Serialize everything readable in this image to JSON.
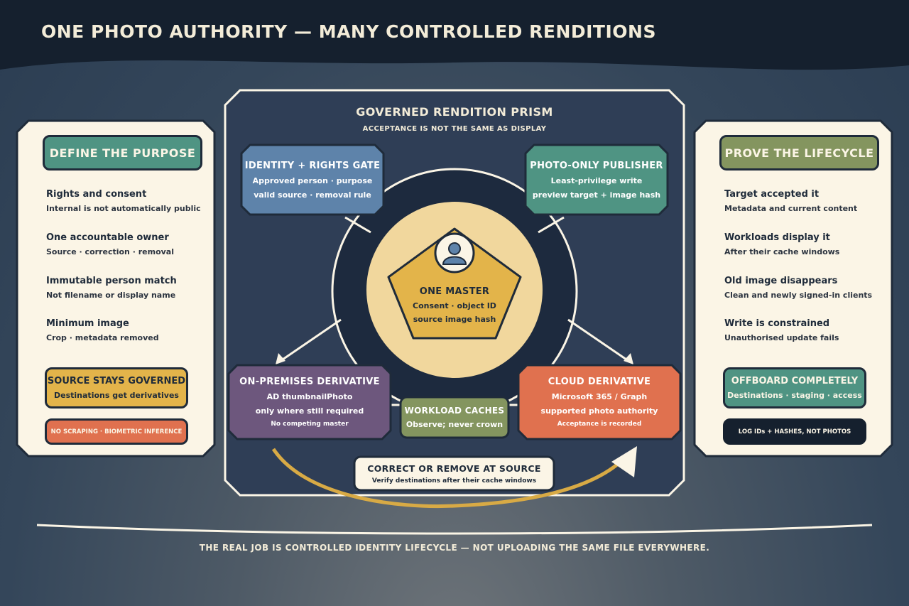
{
  "title": "ONE PHOTO AUTHORITY — MANY CONTROLLED RENDITIONS",
  "left_panel": {
    "header": "DEFINE THE PURPOSE",
    "items": [
      {
        "title": "Rights and consent",
        "sub": "Internal is not automatically public"
      },
      {
        "title": "One accountable owner",
        "sub": "Source · correction · removal"
      },
      {
        "title": "Immutable person match",
        "sub": "Not filename or display name"
      },
      {
        "title": "Minimum image",
        "sub": "Crop · metadata removed"
      }
    ],
    "callout_title": "SOURCE STAYS GOVERNED",
    "callout_sub": "Destinations get derivatives",
    "warning": "NO SCRAPING · BIOMETRIC INFERENCE"
  },
  "right_panel": {
    "header": "PROVE THE LIFECYCLE",
    "items": [
      {
        "title": "Target accepted it",
        "sub": "Metadata and current content"
      },
      {
        "title": "Workloads display it",
        "sub": "After their cache windows"
      },
      {
        "title": "Old image disappears",
        "sub": "Clean and newly signed-in clients"
      },
      {
        "title": "Write is constrained",
        "sub": "Unauthorised update fails"
      }
    ],
    "callout_title": "OFFBOARD COMPLETELY",
    "callout_sub": "Destinations · staging · access",
    "note": "LOG IDs + HASHES, NOT PHOTOS"
  },
  "prism": {
    "title": "GOVERNED RENDITION PRISM",
    "subtitle": "ACCEPTANCE IS NOT THE SAME AS DISPLAY",
    "gate": {
      "title": "IDENTITY + RIGHTS GATE",
      "line1": "Approved person · purpose",
      "line2": "valid source · removal rule"
    },
    "publisher": {
      "title": "PHOTO-ONLY PUBLISHER",
      "line1": "Least-privilege write",
      "line2": "preview target + image hash"
    },
    "master": {
      "title": "ONE MASTER",
      "line1": "Consent · object ID",
      "line2": "source image hash"
    },
    "onprem": {
      "title": "ON-PREMISES DERIVATIVE",
      "line1": "AD thumbnailPhoto",
      "line2": "only where still required",
      "small": "No competing master"
    },
    "cloud": {
      "title": "CLOUD DERIVATIVE",
      "line1": "Microsoft 365 / Graph",
      "line2": "supported photo authority",
      "small": "Acceptance is recorded"
    },
    "caches": {
      "title": "WORKLOAD CACHES",
      "line1": "Observe; never crown"
    },
    "correct": {
      "title": "CORRECT OR REMOVE AT SOURCE",
      "sub": "Verify destinations after their cache windows"
    }
  },
  "footer": "THE REAL JOB IS CONTROLLED IDENTITY LIFECYCLE — NOT UPLOADING THE SAME FILE EVERYWHERE.",
  "colors": {
    "navy": "#1f2b3a",
    "cream": "#fbf5e6",
    "teal": "#4f9483",
    "olive": "#84955f",
    "gold": "#e3b44a",
    "coral": "#e0714f",
    "purple": "#6d577d",
    "blue": "#5e83aa"
  },
  "icons": [
    "person-icon"
  ]
}
